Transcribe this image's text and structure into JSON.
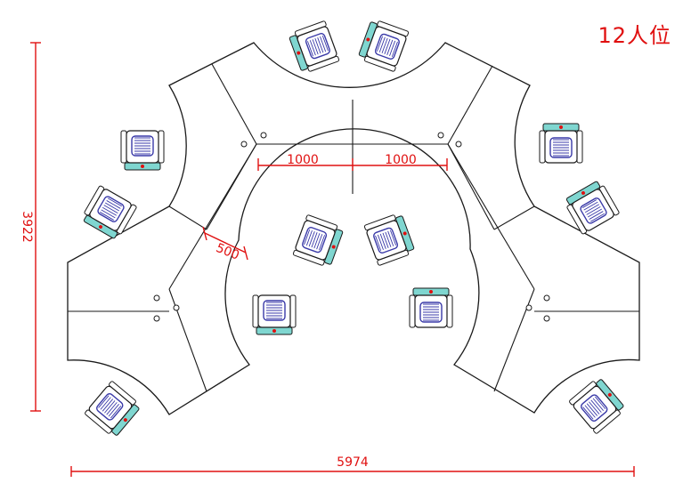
{
  "title": "12人位",
  "dimensions": {
    "total_width": "5974",
    "total_depth": "3922",
    "segment_left": "1000",
    "segment_right": "1000",
    "depth_mark": "500"
  },
  "colors": {
    "dimension": "#e01010",
    "chair_outline": "#1a1a1a",
    "chair_arm": "#7fd6d0",
    "chair_seat": "#3a3aa8",
    "chair_back_dot": "#e01010"
  },
  "chairs": [
    {
      "id": "chair-1",
      "angle": -20
    },
    {
      "id": "chair-2",
      "angle": 20
    },
    {
      "id": "chair-3",
      "angle": -90
    },
    {
      "id": "chair-4",
      "angle": -60
    },
    {
      "id": "chair-5",
      "angle": 90
    },
    {
      "id": "chair-6",
      "angle": 60
    },
    {
      "id": "chair-7",
      "angle": 200
    },
    {
      "id": "chair-8",
      "angle": 160
    },
    {
      "id": "chair-9",
      "angle": -90
    },
    {
      "id": "chair-10",
      "angle": 90
    },
    {
      "id": "chair-11",
      "angle": -140
    },
    {
      "id": "chair-12",
      "angle": 140
    }
  ]
}
